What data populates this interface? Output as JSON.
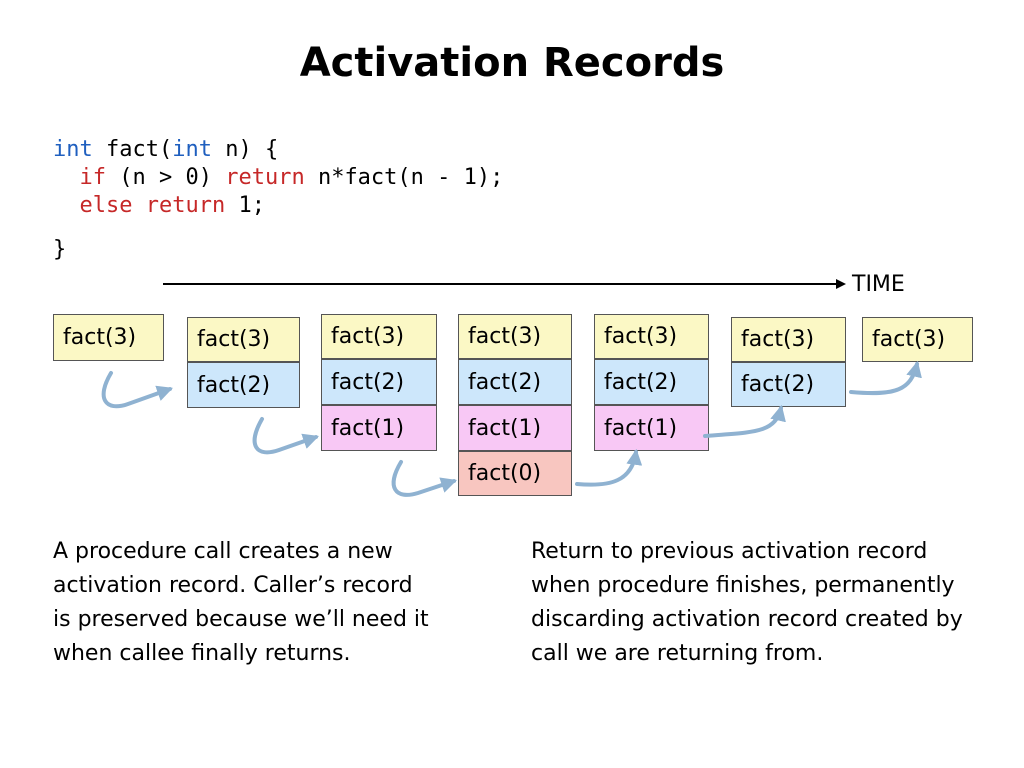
{
  "title": "Activation Records",
  "code": {
    "l1": {
      "kw1": "int",
      "t1": " fact(",
      "kw2": "int",
      "t2": " n) {"
    },
    "l2": {
      "pre": "  ",
      "kw1": "if",
      "t1": " (n > 0) ",
      "kw2": "return",
      "t2": " n*fact(n - 1);"
    },
    "l3": {
      "pre": "  ",
      "kw1": "else",
      "t1": " ",
      "kw2": "return",
      "t2": " 1;"
    },
    "l4": "}"
  },
  "timeline": {
    "label": "TIME"
  },
  "stacks": [
    [
      "fact(3)"
    ],
    [
      "fact(3)",
      "fact(2)"
    ],
    [
      "fact(3)",
      "fact(2)",
      "fact(1)"
    ],
    [
      "fact(3)",
      "fact(2)",
      "fact(1)",
      "fact(0)"
    ],
    [
      "fact(3)",
      "fact(2)",
      "fact(1)"
    ],
    [
      "fact(3)",
      "fact(2)"
    ],
    [
      "fact(3)"
    ]
  ],
  "colors": {
    "depth0": "#fbf8c5",
    "depth1": "#cde7fb",
    "depth2": "#f8c8f5",
    "depth3": "#f8c6c0",
    "arrow": "#8fb2d1"
  },
  "notes": {
    "left": [
      "A procedure call creates a new",
      "activation record.  Caller’s record",
      "is preserved because we’ll need it",
      "when callee finally returns."
    ],
    "right": [
      "Return to previous activation record",
      "when procedure finishes, permanently",
      "discarding activation record created by",
      "call we are returning from."
    ]
  }
}
